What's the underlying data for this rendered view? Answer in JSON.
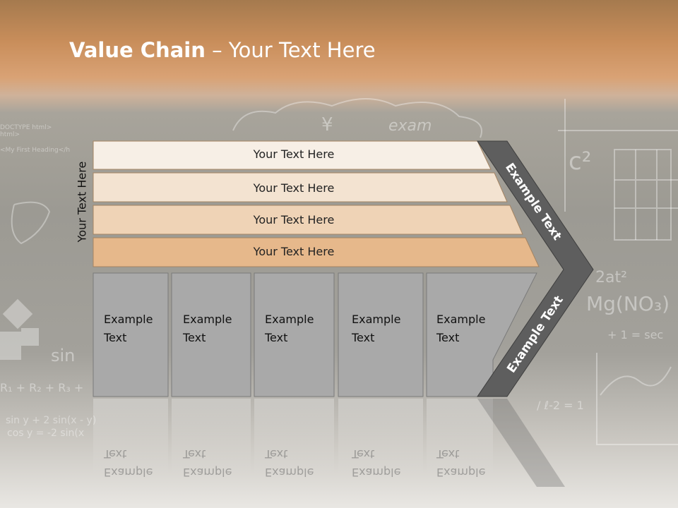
{
  "title": {
    "bold": "Value Chain",
    "rest": " – Your Text Here"
  },
  "vertical_label": "Your Text Here",
  "rows": [
    "Your Text Here",
    "Your Text Here",
    "Your Text Here",
    "Your Text Here"
  ],
  "boxes": [
    {
      "line1": "Example",
      "line2": "Text"
    },
    {
      "line1": "Example",
      "line2": "Text"
    },
    {
      "line1": "Example",
      "line2": "Text"
    },
    {
      "line1": "Example",
      "line2": "Text"
    },
    {
      "line1": "Example",
      "line2": "Text"
    }
  ],
  "chevron": {
    "upper": "Example Text",
    "lower": "Example Text"
  },
  "colors": {
    "row1": "#f7efe6",
    "row2": "#f3e3d1",
    "row3": "#efd3b6",
    "row4": "#e6b88b",
    "box": "#a9a9a9",
    "chevron": "#5e5e5e",
    "title": "#ffffff"
  }
}
